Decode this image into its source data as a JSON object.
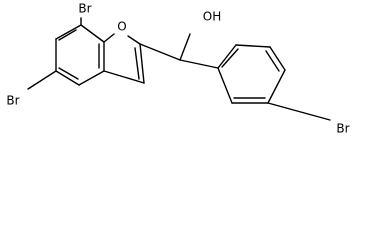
{
  "diagram": {
    "type": "chemical-structure",
    "atoms": [
      {
        "name": "br-atom-top",
        "label": "Br"
      },
      {
        "name": "o-atom-ring",
        "label": "O"
      },
      {
        "name": "oh-atom",
        "label": "OH"
      },
      {
        "name": "br-atom-left",
        "label": "Br"
      },
      {
        "name": "br-atom-right",
        "label": "Br"
      }
    ]
  }
}
